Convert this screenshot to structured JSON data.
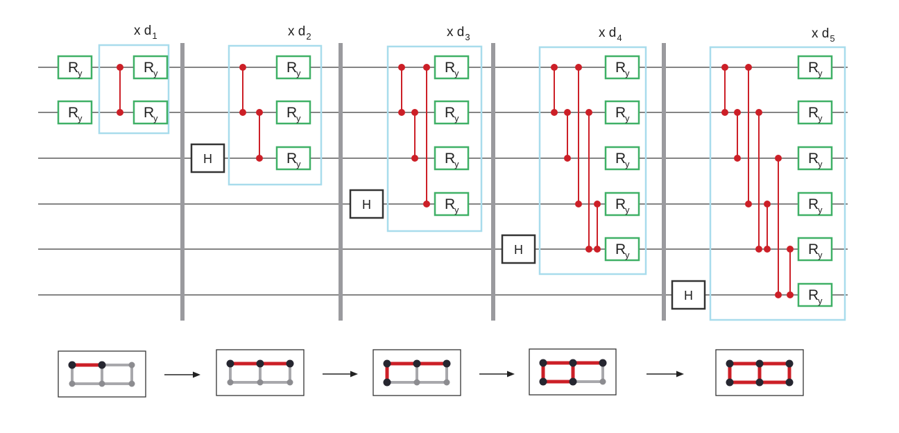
{
  "labels": {
    "ry_main": "R",
    "ry_sub": "y",
    "h": "H",
    "repeat_prefix": "x d",
    "repeat_subscripts": [
      "1",
      "2",
      "3",
      "4",
      "5"
    ]
  },
  "colors": {
    "wire": "#3a3a3a",
    "barrier": "#9a9a9e",
    "block": "#a8dcec",
    "ry_gate": "#3fb066",
    "h_gate": "#333333",
    "cz": "#cc1f27",
    "active_node": "#262630",
    "inactive_node": "#8c8c90",
    "active_edge": "#cc1f27",
    "inactive_edge": "#a8a8ac"
  },
  "circuit": {
    "qubits": 6,
    "stages": [
      {
        "repeat": "d1",
        "h_on_qubit": null,
        "initial_ry_qubits": [
          0,
          1
        ],
        "cz_pairs": [
          [
            0,
            1
          ]
        ],
        "ry_qubits": [
          0,
          1
        ]
      },
      {
        "repeat": "d2",
        "h_on_qubit": 2,
        "cz_pairs": [
          [
            0,
            1
          ],
          [
            1,
            2
          ]
        ],
        "ry_qubits": [
          0,
          1,
          2
        ]
      },
      {
        "repeat": "d3",
        "h_on_qubit": 3,
        "cz_pairs": [
          [
            0,
            1
          ],
          [
            1,
            2
          ],
          [
            0,
            3
          ]
        ],
        "ry_qubits": [
          0,
          1,
          2,
          3
        ]
      },
      {
        "repeat": "d4",
        "h_on_qubit": 4,
        "cz_pairs": [
          [
            0,
            1
          ],
          [
            1,
            2
          ],
          [
            0,
            3
          ],
          [
            1,
            4
          ],
          [
            3,
            4
          ]
        ],
        "ry_qubits": [
          0,
          1,
          2,
          3,
          4
        ]
      },
      {
        "repeat": "d5",
        "h_on_qubit": 5,
        "cz_pairs": [
          [
            0,
            1
          ],
          [
            1,
            2
          ],
          [
            0,
            3
          ],
          [
            1,
            4
          ],
          [
            3,
            4
          ],
          [
            2,
            5
          ],
          [
            4,
            5
          ]
        ],
        "ry_qubits": [
          0,
          1,
          2,
          3,
          4,
          5
        ]
      }
    ]
  },
  "lattice_sequence": {
    "node_grid": "top row qubits 0,1,2 ; bottom row qubits 3,4,5",
    "edges": [
      [
        0,
        1
      ],
      [
        1,
        2
      ],
      [
        3,
        4
      ],
      [
        4,
        5
      ],
      [
        0,
        3
      ],
      [
        1,
        4
      ],
      [
        2,
        5
      ]
    ],
    "steps": [
      {
        "active_nodes": [
          0,
          1
        ],
        "active_edges": [
          [
            0,
            1
          ]
        ]
      },
      {
        "active_nodes": [
          0,
          1,
          2
        ],
        "active_edges": [
          [
            0,
            1
          ],
          [
            1,
            2
          ]
        ]
      },
      {
        "active_nodes": [
          0,
          1,
          2,
          3
        ],
        "active_edges": [
          [
            0,
            1
          ],
          [
            1,
            2
          ],
          [
            0,
            3
          ]
        ]
      },
      {
        "active_nodes": [
          0,
          1,
          2,
          3,
          4
        ],
        "active_edges": [
          [
            0,
            1
          ],
          [
            1,
            2
          ],
          [
            0,
            3
          ],
          [
            1,
            4
          ],
          [
            3,
            4
          ]
        ]
      },
      {
        "active_nodes": [
          0,
          1,
          2,
          3,
          4,
          5
        ],
        "active_edges": [
          [
            0,
            1
          ],
          [
            1,
            2
          ],
          [
            0,
            3
          ],
          [
            1,
            4
          ],
          [
            3,
            4
          ],
          [
            2,
            5
          ],
          [
            4,
            5
          ]
        ]
      }
    ]
  }
}
